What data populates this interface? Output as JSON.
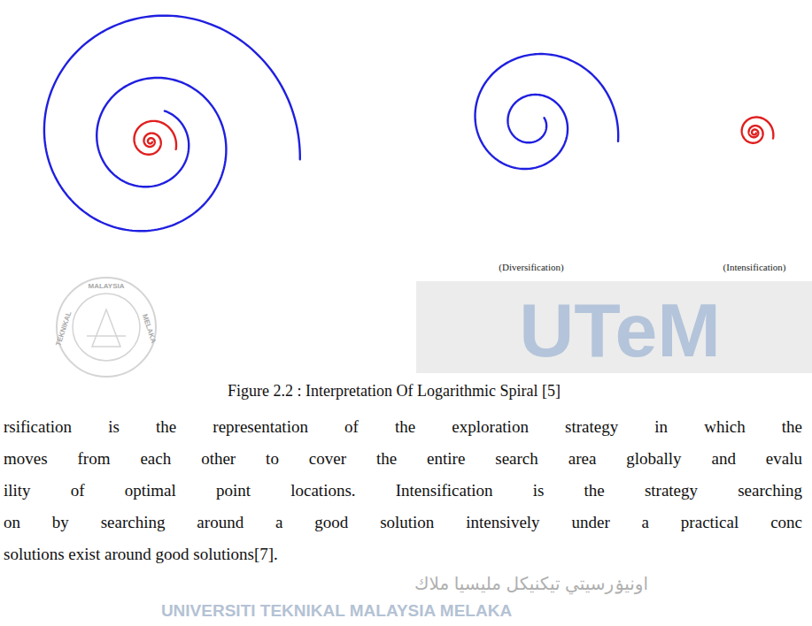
{
  "diagram": {
    "caption": "Figure 2.2 : Interpretation Of Logarithmic Spiral [5]",
    "labels": [
      "(Diversification)",
      "(Intensification)",
      "rsification is the representation of the exploration strategy in which the",
      "moves from each other to cover the entire search area globally and evalu",
      "ility of optimal point locations. Intensification is the strategy searching",
      "on by searching around a good solution intensively under a practical conc",
      "solutions exist around good solutions[7].",
      "UTeM",
      "اونيۏرسيتي تيكنيكل مليسيا ملاك",
      "UNIVERSITI TEKNIKAL MALAYSIA MELAKA",
      "MALAYSIA",
      "TEKNIKAL",
      "MELAKA"
    ]
  }
}
